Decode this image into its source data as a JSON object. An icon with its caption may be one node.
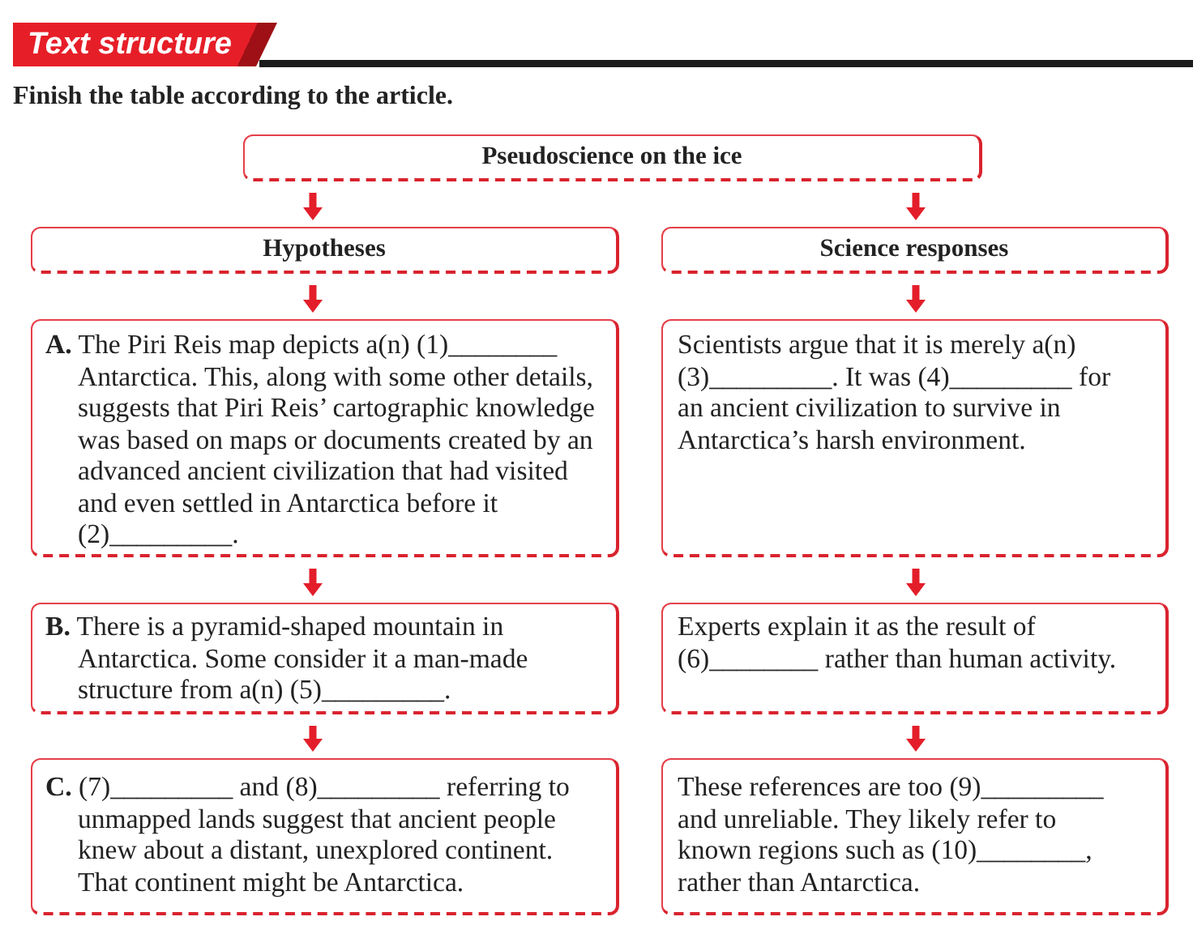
{
  "diagram": {
    "title": "Text structure",
    "nodes": [
      {
        "text": [
          "Pseudoscience on the ice"
        ]
      },
      {
        "text": [
          "Hypotheses"
        ]
      },
      {
        "text": [
          "Science responses"
        ]
      },
      {
        "text": [
          "**A.** The Piri Reis map depicts a(n) (1)________ Antarctica. This, along with some other details, suggests that Piri Reis’ cartographic knowledge was based on maps or documents created by an advanced ancient civilization that had visited and even settled in Antarctica before it (2)_________."
        ]
      },
      {
        "text": [
          "Scientists argue that it is merely a(n) (3)_________. It was (4)_________ for an ancient civilization to survive in Antarctica’s harsh environment."
        ]
      },
      {
        "text": [
          "**B.** There is a pyramid-shaped mountain in Antarctica. Some consider it a man-made structure from a(n) (5)_________."
        ]
      },
      {
        "text": [
          "Experts explain it as the result of (6)________ rather than human activity."
        ]
      },
      {
        "text": [
          "**C.** (7)_________ and (8)_________ referring to unmapped lands suggest that ancient people knew about a distant, unexplored continent. That continent might be Antarctica."
        ]
      },
      {
        "text": [
          "These references are too (9)_________ and unreliable. They likely refer to known regions such as (10)________, rather than Antarctica."
        ]
      }
    ],
    "edges": [
      {
        "from": 0,
        "to": 1,
        "arrow": "to"
      },
      {
        "from": 0,
        "to": 2,
        "arrow": "to"
      },
      {
        "from": 1,
        "to": 3,
        "arrow": "to"
      },
      {
        "from": 2,
        "to": 4,
        "arrow": "to"
      },
      {
        "from": 3,
        "to": 5,
        "arrow": "to"
      },
      {
        "from": 4,
        "to": 6,
        "arrow": "to"
      },
      {
        "from": 5,
        "to": 7,
        "arrow": "to"
      },
      {
        "from": 6,
        "to": 8,
        "arrow": "to"
      }
    ],
    "labels": [
      "Finish the table according to the article."
    ]
  }
}
